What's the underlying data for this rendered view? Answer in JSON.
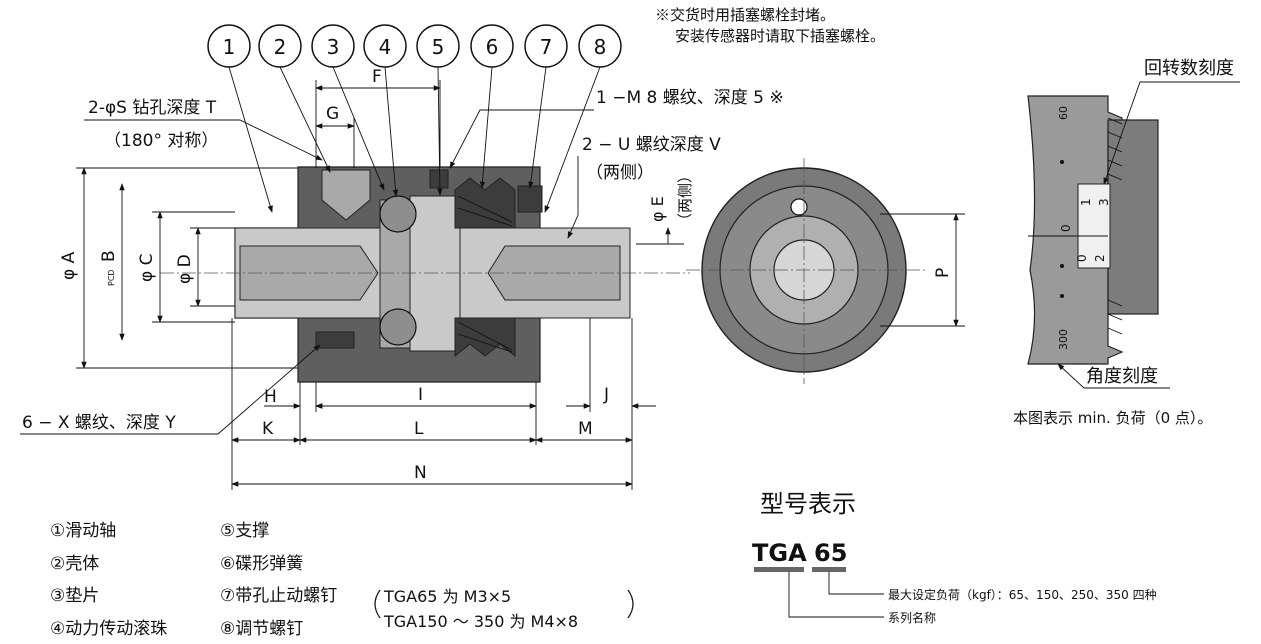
{
  "note": {
    "line1": "※交货时用插塞螺栓封堵。",
    "line2": "安装传感器时请取下插塞螺栓。"
  },
  "balloons": [
    "1",
    "2",
    "3",
    "4",
    "5",
    "6",
    "7",
    "8"
  ],
  "callouts": {
    "s_hole": "2-φS 钻孔深度 T",
    "s_hole_sub": "（180° 对称）",
    "m8": "1 −M 8 螺纹、深度 5 ※",
    "u_thread": "2 − U 螺纹深度 V",
    "u_sub": "（两侧）",
    "x_thread": "6 − X 螺纹、深度 Y",
    "e_dia": "φ E",
    "e_sub": "（两侧）"
  },
  "dims": {
    "A": "φ A",
    "B": "B",
    "B_pcd": "PCD",
    "C": "φ C",
    "D": "φ D",
    "F": "F",
    "G": "G",
    "H": "H",
    "I": "I",
    "J": "J",
    "K": "K",
    "L": "L",
    "M": "M",
    "N": "N",
    "P": "P"
  },
  "scale_view": {
    "rev_label": "回转数刻度",
    "angle_label": "角度刻度",
    "caption": "本图表示 min. 负荷（0 点）。",
    "ticks": {
      "t60": "60",
      "t0": "0",
      "t300": "300",
      "r1": "1",
      "r2": "2",
      "r3": "3",
      "zero": "0"
    }
  },
  "parts": [
    "①滑动轴",
    "②壳体",
    "③垫片",
    "④动力传动滚珠",
    "⑤支撑",
    "⑥碟形弹簧",
    "⑦带孔止动螺钉",
    "⑧调节螺钉"
  ],
  "screw_spec": {
    "line1": "TGA65 为 M3×5",
    "line2": "TGA150 ～ 350 为 M4×8"
  },
  "model": {
    "title": "型号表示",
    "prefix": "TGA",
    "number": "65",
    "desc_load": "最大设定负荷（kgf）：65、150、250、350 四种",
    "desc_series": "系列名称"
  }
}
